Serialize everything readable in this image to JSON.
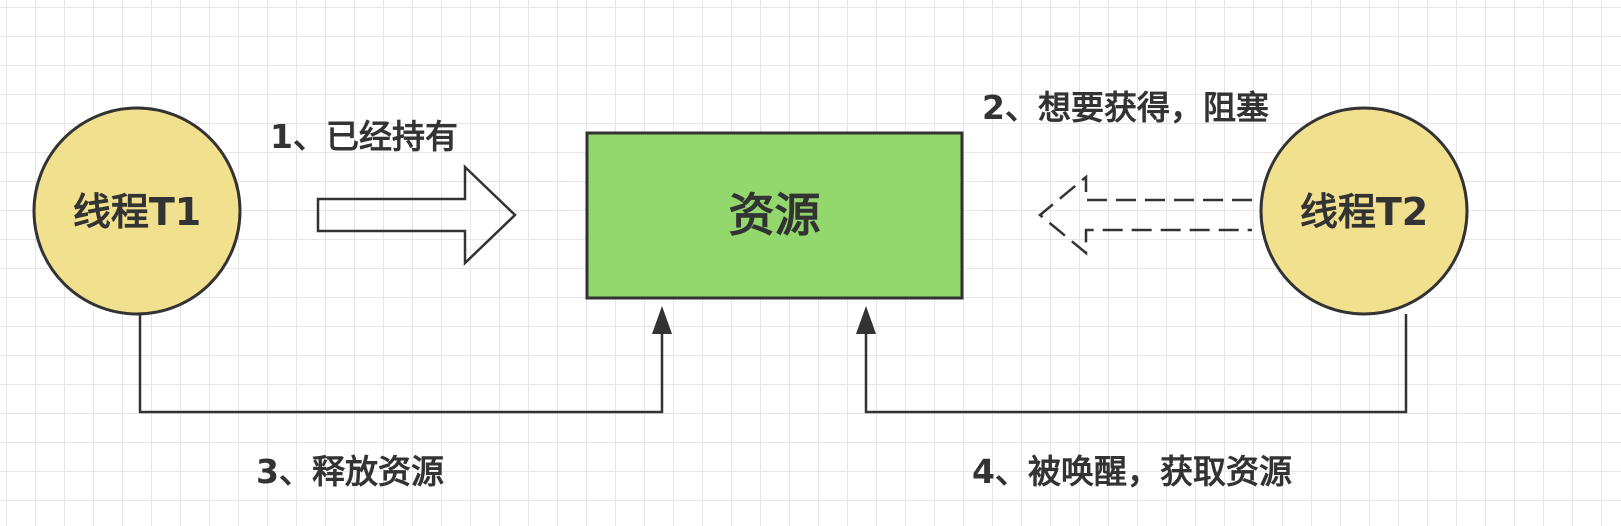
{
  "nodes": {
    "thread1": {
      "label": "线程T1"
    },
    "thread2": {
      "label": "线程T2"
    },
    "resource": {
      "label": "资源"
    }
  },
  "edges": {
    "step1": {
      "label": "1、已经持有"
    },
    "step2": {
      "label": "2、想要获得，阻塞"
    },
    "step3": {
      "label": "3、释放资源"
    },
    "step4": {
      "label": "4、被唤醒，获取资源"
    }
  },
  "colors": {
    "thread_fill": "#f1e08e",
    "resource_fill": "#93d86c",
    "stroke": "#333333",
    "grid": "#e6e6e6"
  }
}
